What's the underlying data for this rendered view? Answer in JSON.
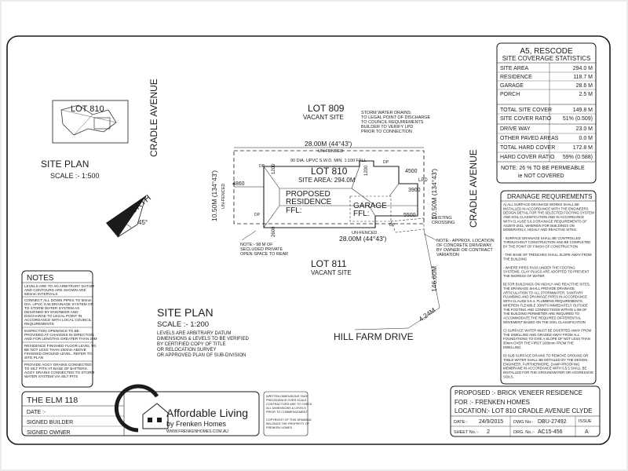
{
  "site_plan_small": {
    "lot_label": "LOT 810",
    "title": "SITE PLAN",
    "scale": "SCALE :- 1:500",
    "north_label": "NORTH",
    "north_angle": "45°"
  },
  "street_labels": {
    "cradle_left": "CRADLE AVENUE",
    "cradle_right": "CRADLE AVENUE",
    "hill_farm": "HILL FARM DRIVE"
  },
  "lots": {
    "lot_809": "LOT 809",
    "lot_809_status": "VACANT SITE",
    "lot_810": "LOT 810",
    "lot_810_area": "SITE AREA: 294.0M",
    "lot_811": "LOT 811",
    "lot_811_status": "VACANT SITE"
  },
  "plan": {
    "storm_note": [
      "STORM WATER DRAINS:",
      "TO LEGAL POINT OF DISCHARGE",
      "TO COUNCIL REQUIREMENTS",
      "BUILDER TO VERIFY LPD",
      "PRIOR TO CONNECTION"
    ],
    "top_dim": "28.00M (44°43')",
    "top_fence": "UN-FENCED",
    "pipe_note": "90 DIA. UPVC S.W.D. MIN. 1:100 FALL",
    "bottom_dim": "28.00M (44°43')",
    "bottom_fence": "UN-FENCED",
    "left_dim": "10.50M (134°43')",
    "left_fence": "UN-FENCED",
    "right_dim": "10.50M (134°43')",
    "setback_left": "4860",
    "setback_top": "1200",
    "setback_top2": "1200",
    "setback_bottom": "2600",
    "setback_right": "4500",
    "gar_w": "3900",
    "gar_d": "5500",
    "lpd": "LPD",
    "residence": [
      "PROPOSED",
      "RESIDENCE",
      "FFL:"
    ],
    "garage": [
      "GARAGE",
      "FFL:"
    ],
    "dp": "DP",
    "existing_crossing": [
      "EXISTING",
      "CROSSING"
    ],
    "secluded_note": [
      "NOTE:- 98 M OF",
      "SECLUDED PRIVATE",
      "OPEN SPACE TO REAR"
    ],
    "driveway_note": [
      "NOTE:- APPROX. LOCATION",
      "OF CONCRETE DRIVEWAY,",
      "BY OWNER OR CONTRACT",
      "VARIATION"
    ],
    "frontage_dim": "146.60M",
    "corner_dim": "4.24M"
  },
  "site_plan_main": {
    "title": "SITE PLAN",
    "scale": "SCALE :- 1:200",
    "notes": [
      "LEVELS ARE ARBITRARY DATUM",
      "DIMENSIONS & LEVELS TO BE VERIFIED",
      "BY CERTIFIED COPY OF TITLE",
      "OR RELOCATION SURVEY",
      "OR APPROVED PLAN OF SUB-DIVISION"
    ]
  },
  "notes_box": {
    "title": "NOTES",
    "items": [
      [
        "LEVELS ARE TO AN ARBITRARY DATUM",
        "AND CONTOURS ARE SHOWN ARE",
        "500mm INTERVALS"
      ],
      [
        "CONNECT ALL DOWN PIPES TO 90mm",
        "DIA. UPVC S.W.DRAINAGE SYSTEM OR",
        "TO STORM WATER SYSTEM AS",
        "DESIGNED BY ENGINEER AND",
        "DISCHARGE TO LEGAL POINT IN",
        "ACCORDANCE WITH LOCAL COUNCIL",
        "REQUIREMENTS"
      ],
      [
        "INSPECTION OPENINGS TO BE",
        "PROVIDED AT CHANGES IN DIRECTION",
        "AND FOR LENGTHS GREATER THAN 20M"
      ],
      [
        "RESIDENCE FINISHED FLOOR LEVEL TO",
        "BE NOT LESS THAN 150mm ABOVE",
        "FINISHED GROUND LEVEL. REFER TO",
        "SITE PLAN"
      ],
      [
        "PROVIDE AGGY DRAINS CONNECTED",
        "TO SILT PITS AT BASE OF BATTERS.",
        "AGGY DRAINS CONNECTED TO STORM",
        "WATER SYSTEM VIA SILT PITS"
      ]
    ]
  },
  "coverage": {
    "heading": "A5, RESCODE",
    "subheading": "SITE COVERAGE STATISTICS",
    "group1": [
      {
        "label": "SITE AREA",
        "value": "294.0 M"
      },
      {
        "label": "RESIDENCE",
        "value": "118.7 M"
      },
      {
        "label": "GARAGE",
        "value": "28.6 M"
      },
      {
        "label": "PORCH",
        "value": "2.5 M"
      }
    ],
    "group2": [
      {
        "label": "TOTAL SITE COVER",
        "value": "149.8 M"
      },
      {
        "label": "SITE COVER RATIO",
        "value": "51% (0.509)"
      }
    ],
    "group3": [
      {
        "label": "DRIVE WAY",
        "value": "23.0 M"
      },
      {
        "label": "OTHER PAVED AREAS",
        "value": "0.0 M"
      },
      {
        "label": "TOTAL HARD COVER",
        "value": "172.8 M"
      },
      {
        "label": "HARD COVER RATIO",
        "value": "59% (0.588)"
      }
    ],
    "note": [
      "NOTE: 26 % TO BE PERMEABLE",
      "ie NOT COVERED"
    ]
  },
  "drainage": {
    "title": "DRAINAGE REQUIREMENTS",
    "text": [
      "A) ALL SURFACE DRAINAGE WORKS SHALL BE",
      "INSTALLED IN ACCORDANCE WITH THE ENGINEERS",
      "DESIGN DETAIL FOR THE SELECTED FOOTING SYSTEM",
      "AND SOIL CLASSIFICATION AND IN ACCORDANCE",
      "WITH CLAUSE 5.6.3 DRAINAGE REQUIREMENTS OF",
      "AS2870-2011, WHEREIN FOR BUILDINGS ON",
      "MODERATELY, HIGHLY AND REACTIVE SITES:",
      "",
      "- SURFACE DRAINAGE SHALL BE CONTROLLED",
      "THROUGHOUT CONSTRUCTION AND BE COMPLETED",
      "BY THE POINT OF FINISH OF CONSTRUCTION",
      "",
      "- THE BASE OF TRENCHES SHALL SLOPE AWAY FROM",
      "THE BUILDING",
      "",
      "- WHERE PIPES PASS UNDER THE FOOTING",
      "SYSTEMS, CLAY PLUGS ARE ADOPTED TO PREVENT",
      "THE INGRESS OF WATER",
      "",
      "B) FOR BUILDINGS ON HIGHLY AND REACTIVE SITES,",
      "THE DRAINAGE SHALL PROVIDE DRAINAGE",
      "ARTICULATION TO ALL STORMWATER, SANITARY",
      "PLUMBING AND DRAINAGE PIPES IN ACCORDANCE",
      "WITH CLAUSE 5.6.4. PLUMBING REQUIREMENTS,",
      "WHEREIN FLEXIBLE JOINTS IMMEDIATELY OUTSIDE",
      "THE FOOTING AND CONNECTIONS WITHIN 1.0M OF",
      "THE BUILDING PERIMETER ARE REQUIRED TO",
      "ACCOMMODATE THE REQUIRED DIFFERENTIAL",
      "MOVEMENT BASED ON THE SOIL CLASSIFICATION",
      "",
      "C) SURFACE WATER MUST BE DIVERTED AWAY FROM",
      "THE DWELLING AND GRADED AWAY FROM ALL",
      "FOUNDATIONS TO GIVE A SLOPE OF NOT LESS THAN",
      "50mm OVER THE FIRST 1000mm FROM THE",
      "DWELLING.",
      "",
      "D) SUB SURFACE DRAINS TO REMOVE GROUND OR",
      "TABLE WATER SHALL BE DETAILED BY THE DESIGN",
      "ENGINEER. FURTHERMORE, DAMP-PROOFING",
      "MEMBRANE IN ACCORDANCE WITH 5.5.5 SHALL BE",
      "INSTALLED FOR THE GROUNDWATER OR AGGRESSIVE",
      "SOILS."
    ]
  },
  "title_block": {
    "design": "THE ELM 118",
    "date_label": "DATE :-",
    "signed_builder": "SIGNED BUILDER",
    "signed_owner": "SIGNED OWNER",
    "logo_main": "Affordable Living",
    "logo_sub": "by Frenken Homes",
    "logo_url": "WWW.FRENKENHOMES.COM.AU",
    "disclaimer1": [
      "WRITTEN DIMENSIONS TAKE",
      "PRECEDENCE OVER SCALE",
      "CONTRACTORS ARE TO CHECK",
      "ALL DIMENSIONS & LEVELS",
      "PRIOR TO COMMENCEMENT"
    ],
    "disclaimer2": [
      "COPYRIGHT OF THIS DRAWING",
      "BELONGS THE PROPERTY OF",
      "FRENKEN HOMES"
    ],
    "proposed": "PROPOSED :- BRICK VENEER RESIDENCE",
    "for": "FOR :- FRENKEN HOMES",
    "location": "LOCATION:- LOT 810 CRADLE AVENUE CLYDE",
    "date_cell_label": "DATE:-",
    "date_value": "24/9/2015",
    "dwg_label": "DWG No:-",
    "dwg_value": "DBU-27492",
    "issue_label": "ISSUE",
    "sheet_label": "SHEET No.:-",
    "sheet_value": "2",
    "drg_label": "DRG. No.:-",
    "drg_value": "AC15-456",
    "issue_value": "A"
  }
}
